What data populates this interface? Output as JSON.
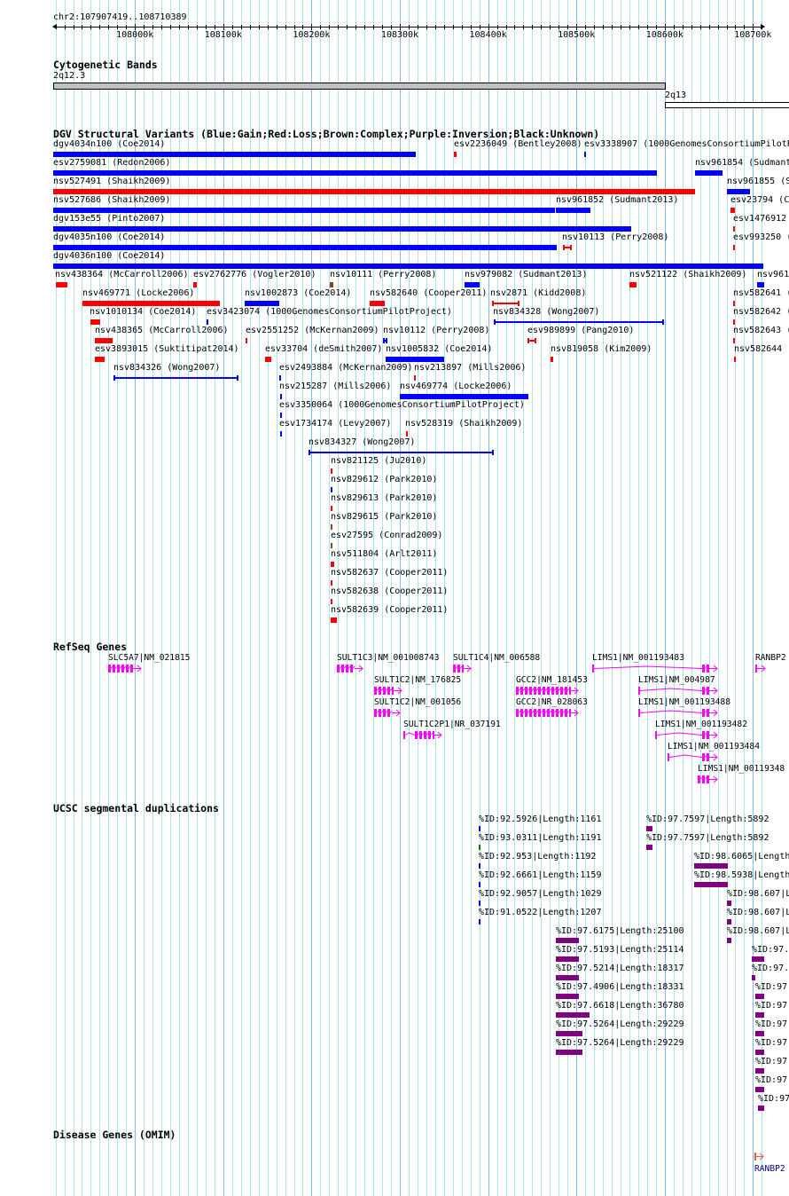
{
  "ruler": {
    "region": "chr2:107907419..108710389",
    "start": 107907419,
    "end": 108710389,
    "ticks": [
      "108000k",
      "108100k",
      "108200k",
      "108300k",
      "108400k",
      "108500k",
      "108600k",
      "108700k"
    ]
  },
  "colors": {
    "gain": "#0000ff",
    "loss": "#ff0000",
    "complex": "#8b4513",
    "inversion": "#800080",
    "gene": "#ff00ff",
    "segdup": "#800080",
    "segdup_blue": "#0000ff",
    "segdup_green": "#008000",
    "omim": "#f05a3c",
    "omim_label": "#000080",
    "grid": "#a8e4ec",
    "grid_major": "#80bde6"
  },
  "cytobands": {
    "title": "Cytogenetic Bands",
    "bands": [
      {
        "label": "2q12.3",
        "fill": "#c0c0c0"
      },
      {
        "label": "2q13",
        "fill": "#ffffff"
      }
    ]
  },
  "dgv": {
    "title": "DGV Structural Variants (Blue:Gain;Red:Loss;Brown:Complex;Purple:Inversion;Black:Unknown)",
    "features": [
      {
        "label": "dgv4034n100 (Coe2014)",
        "type": "gain"
      },
      {
        "label": "esv2236049 (Bentley2008)",
        "type": "loss"
      },
      {
        "label": "esv3338907 (1000GenomesConsortiumPilotProject)",
        "type": "gain"
      },
      {
        "label": "esv2759081 (Redon2006)",
        "type": "gain"
      },
      {
        "label": "nsv961854 (Sudmant",
        "type": "gain"
      },
      {
        "label": "nsv527491 (Shaikh2009)",
        "type": "loss"
      },
      {
        "label": "nsv961855 (S",
        "type": "gain"
      },
      {
        "label": "nsv527686 (Shaikh2009)",
        "type": "gain"
      },
      {
        "label": "nsv961852 (Sudmant2013)",
        "type": "gain"
      },
      {
        "label": "esv23794 (C",
        "type": "loss"
      },
      {
        "label": "dgv153e55 (Pinto2007)",
        "type": "gain"
      },
      {
        "label": "esv1476912",
        "type": "loss"
      },
      {
        "label": "dgv4035n100 (Coe2014)",
        "type": "gain"
      },
      {
        "label": "nsv10113 (Perry2008)",
        "type": "loss"
      },
      {
        "label": "esv993250 (",
        "type": "loss"
      },
      {
        "label": "dgv4036n100 (Coe2014)",
        "type": "gain"
      },
      {
        "label": "nsv438364 (McCarroll2006)",
        "type": "loss"
      },
      {
        "label": "esv2762776 (Vogler2010)",
        "type": "loss"
      },
      {
        "label": "nsv10111 (Perry2008)",
        "type": "complex"
      },
      {
        "label": "nsv979082 (Sudmant2013)",
        "type": "gain"
      },
      {
        "label": "nsv521122 (Shaikh2009)",
        "type": "loss"
      },
      {
        "label": "nsv961",
        "type": "gain"
      },
      {
        "label": "nsv469771 (Locke2006)",
        "type": "loss"
      },
      {
        "label": "nsv1002873 (Coe2014)",
        "type": "gain"
      },
      {
        "label": "nsv582640 (Cooper2011)",
        "type": "loss"
      },
      {
        "label": "nsv2871 (Kidd2008)",
        "type": "loss"
      },
      {
        "label": "nsv582641 (",
        "type": "loss"
      },
      {
        "label": "nsv1010134 (Coe2014)",
        "type": "loss"
      },
      {
        "label": "esv3423074 (1000GenomesConsortiumPilotProject)",
        "type": "gain"
      },
      {
        "label": "nsv834328 (Wong2007)",
        "type": "gain"
      },
      {
        "label": "nsv582642 (",
        "type": "loss"
      },
      {
        "label": "nsv438365 (McCarroll2006)",
        "type": "loss"
      },
      {
        "label": "esv2551252 (McKernan2009)",
        "type": "loss"
      },
      {
        "label": "nsv10112 (Perry2008)",
        "type": "gain"
      },
      {
        "label": "esv989899 (Pang2010)",
        "type": "loss"
      },
      {
        "label": "nsv582643 (",
        "type": "loss"
      },
      {
        "label": "esv3893015 (Suktitipat2014)",
        "type": "loss"
      },
      {
        "label": "esv33704 (deSmith2007)",
        "type": "loss"
      },
      {
        "label": "nsv1005832 (Coe2014)",
        "type": "gain"
      },
      {
        "label": "nsv819058 (Kim2009)",
        "type": "loss"
      },
      {
        "label": "nsv582644 (",
        "type": "loss"
      },
      {
        "label": "nsv834326 (Wong2007)",
        "type": "gain"
      },
      {
        "label": "esv2493884 (McKernan2009)",
        "type": "gain"
      },
      {
        "label": "nsv213897 (Mills2006)",
        "type": "loss"
      },
      {
        "label": "nsv215287 (Mills2006)",
        "type": "gain"
      },
      {
        "label": "nsv469774 (Locke2006)",
        "type": "gain"
      },
      {
        "label": "esv3350064 (1000GenomesConsortiumPilotProject)",
        "type": "gain"
      },
      {
        "label": "esv1734174 (Levy2007)",
        "type": "gain"
      },
      {
        "label": "nsv528319 (Shaikh2009)",
        "type": "loss"
      },
      {
        "label": "nsv834327 (Wong2007)",
        "type": "gain"
      },
      {
        "label": "nsv821125 (Ju2010)",
        "type": "loss"
      },
      {
        "label": "nsv829612 (Park2010)",
        "type": "gain"
      },
      {
        "label": "nsv829613 (Park2010)",
        "type": "loss"
      },
      {
        "label": "nsv829615 (Park2010)",
        "type": "complex"
      },
      {
        "label": "esv27595 (Conrad2009)",
        "type": "complex"
      },
      {
        "label": "nsv511804 (Arlt2011)",
        "type": "loss"
      },
      {
        "label": "nsv582637 (Cooper2011)",
        "type": "loss"
      },
      {
        "label": "nsv582638 (Cooper2011)",
        "type": "loss"
      },
      {
        "label": "nsv582639 (Cooper2011)",
        "type": "loss"
      }
    ]
  },
  "refseq": {
    "title": "RefSeq Genes",
    "genes": [
      "SLC5A7|NM_021815",
      "SULT1C3|NM_001008743",
      "SULT1C4|NM_006588",
      "LIMS1|NM_001193483",
      "RANBP2",
      "SULT1C2|NM_176825",
      "GCC2|NM_181453",
      "LIMS1|NM_004987",
      "SULT1C2|NM_001056",
      "GCC2|NR_028063",
      "LIMS1|NM_001193488",
      "SULT1C2P1|NR_037191",
      "LIMS1|NM_001193482",
      "LIMS1|NM_001193484",
      "LIMS1|NM_00119348"
    ]
  },
  "segdups": {
    "title": "UCSC segmental duplications",
    "items": [
      {
        "label": "%ID:92.5926|Length:1161",
        "color": "blue"
      },
      {
        "label": "%ID:93.0311|Length:1191",
        "color": "green"
      },
      {
        "label": "%ID:92.953|Length:1192",
        "color": "blue"
      },
      {
        "label": "%ID:92.6661|Length:1159",
        "color": "blue"
      },
      {
        "label": "%ID:92.9057|Length:1029",
        "color": "blue"
      },
      {
        "label": "%ID:91.0522|Length:1207",
        "color": "blue"
      },
      {
        "label": "%ID:97.7597|Length:5892",
        "color": "purple"
      },
      {
        "label": "%ID:97.7597|Length:5892",
        "color": "purple"
      },
      {
        "label": "%ID:98.6065|Length",
        "color": "purple"
      },
      {
        "label": "%ID:98.5938|Length",
        "color": "purple"
      },
      {
        "label": "%ID:98.607|L",
        "color": "purple"
      },
      {
        "label": "%ID:98.607|L",
        "color": "purple"
      },
      {
        "label": "%ID:98.607|L",
        "color": "purple"
      },
      {
        "label": "%ID:97.6175|Length:25100",
        "color": "purple"
      },
      {
        "label": "%ID:97.5193|Length:25114",
        "color": "purple"
      },
      {
        "label": "%ID:97.5214|Length:18317",
        "color": "purple"
      },
      {
        "label": "%ID:97.4906|Length:18331",
        "color": "purple"
      },
      {
        "label": "%ID:97.6618|Length:36780",
        "color": "purple"
      },
      {
        "label": "%ID:97.5264|Length:29229",
        "color": "purple"
      },
      {
        "label": "%ID:97.5264|Length:29229",
        "color": "purple"
      },
      {
        "label": "%ID:97.",
        "color": "purple"
      },
      {
        "label": "%ID:97.",
        "color": "purple"
      },
      {
        "label": "%ID:97",
        "color": "purple"
      },
      {
        "label": "%ID:97",
        "color": "purple"
      },
      {
        "label": "%ID:97",
        "color": "purple"
      },
      {
        "label": "%ID:97",
        "color": "purple"
      },
      {
        "label": "%ID:97",
        "color": "purple"
      },
      {
        "label": "%ID:97",
        "color": "purple"
      },
      {
        "label": "%ID:97",
        "color": "purple"
      }
    ]
  },
  "omim": {
    "title": "Disease Genes (OMIM)",
    "genes": [
      "RANBP2"
    ]
  }
}
